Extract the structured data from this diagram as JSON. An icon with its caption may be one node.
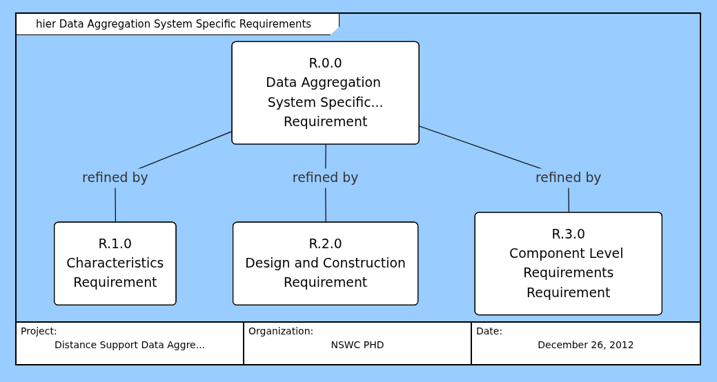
{
  "diagram": {
    "title": "hier Data Aggregation System Specific Requirements",
    "nodes": [
      {
        "text": [
          "R.0.0",
          "Data Aggregation System Specific...",
          "Requirement"
        ]
      },
      {
        "text": [
          "R.1.0",
          "Characteristics",
          "Requirement"
        ]
      },
      {
        "text": [
          "R.2.0",
          "Design and Construction",
          "Requirement"
        ]
      },
      {
        "text": [
          "R.3.0",
          "Component Level Requirements",
          "Requirement"
        ]
      }
    ],
    "edges": [
      {
        "from": 0,
        "to": 1,
        "arrow": "none",
        "label": "refined by"
      },
      {
        "from": 0,
        "to": 2,
        "arrow": "none",
        "label": "refined by"
      },
      {
        "from": 0,
        "to": 3,
        "arrow": "none",
        "label": "refined by"
      }
    ],
    "labels": [
      "Project:",
      "Distance Support Data Aggre...",
      "Organization:",
      "NSWC PHD",
      "Date:",
      "December 26, 2012"
    ]
  }
}
